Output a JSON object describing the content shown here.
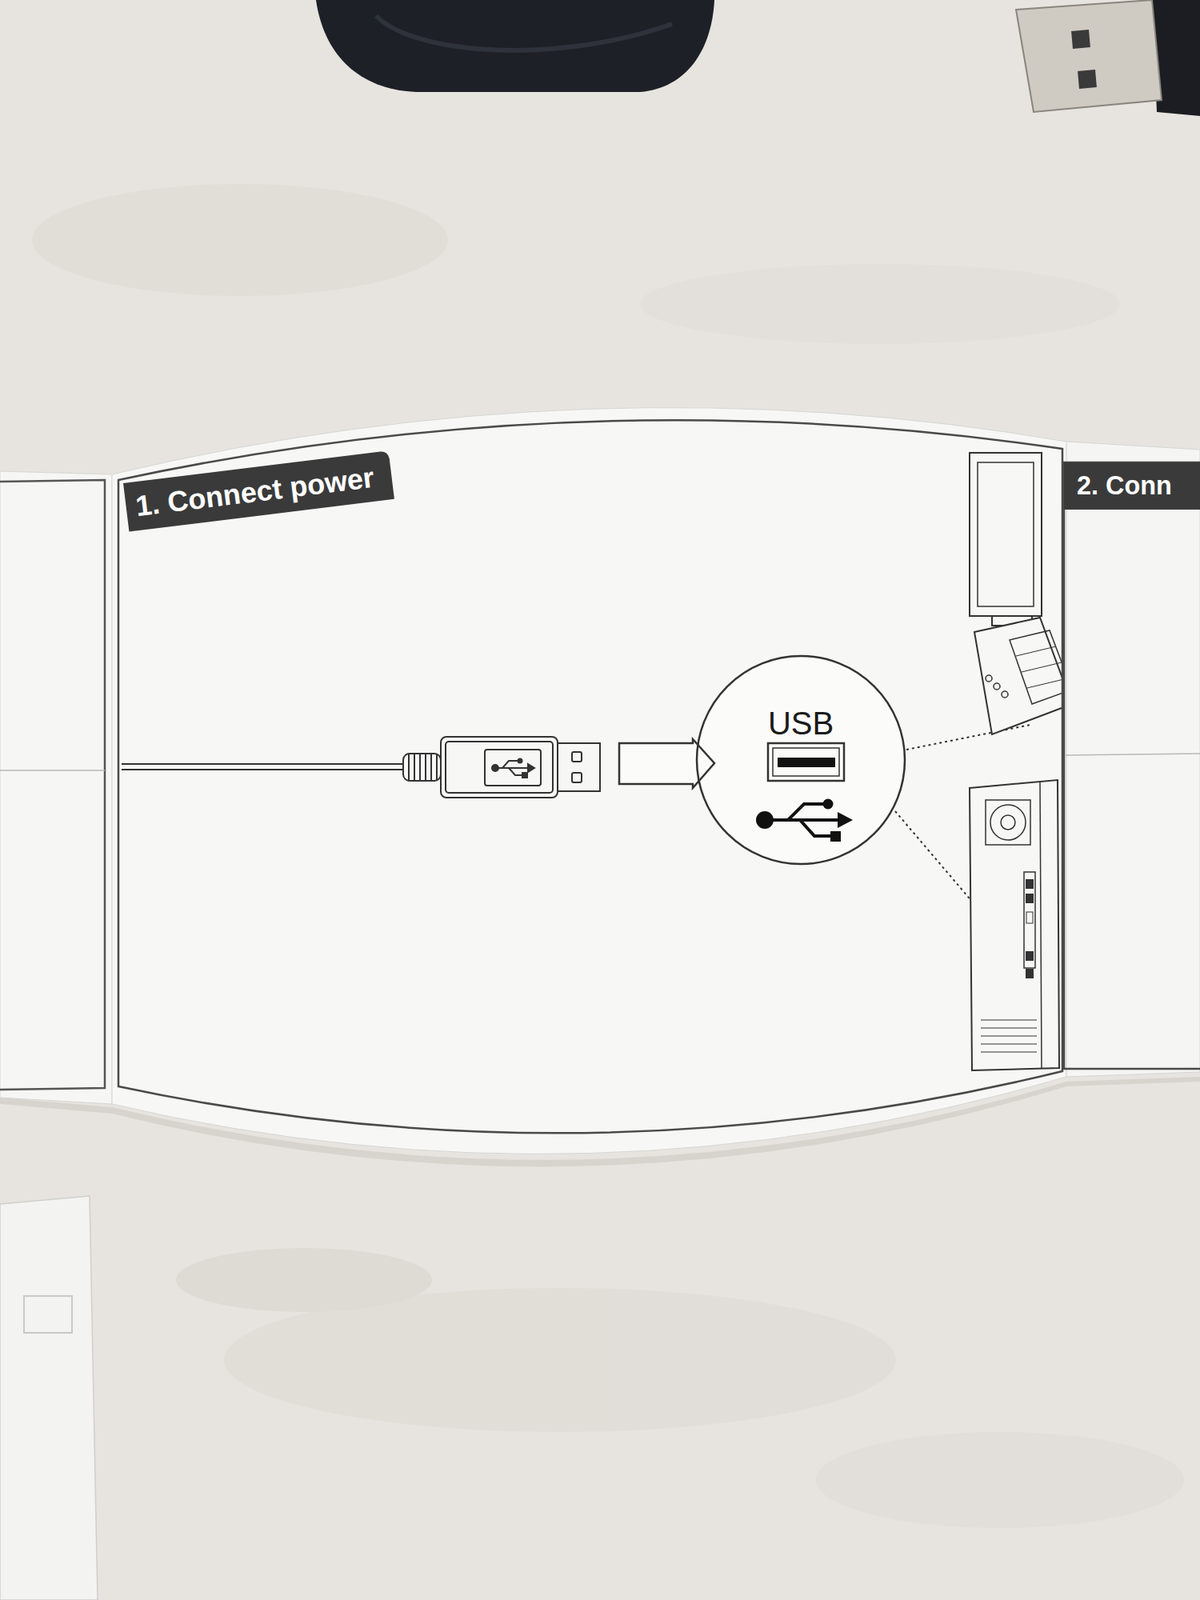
{
  "diagram": {
    "nodes": [
      {
        "text": [
          "1. Connect power"
        ]
      },
      {
        "text": [
          "USB"
        ],
        "in": 0
      },
      {
        "text": [
          "2. Conn"
        ]
      }
    ]
  }
}
